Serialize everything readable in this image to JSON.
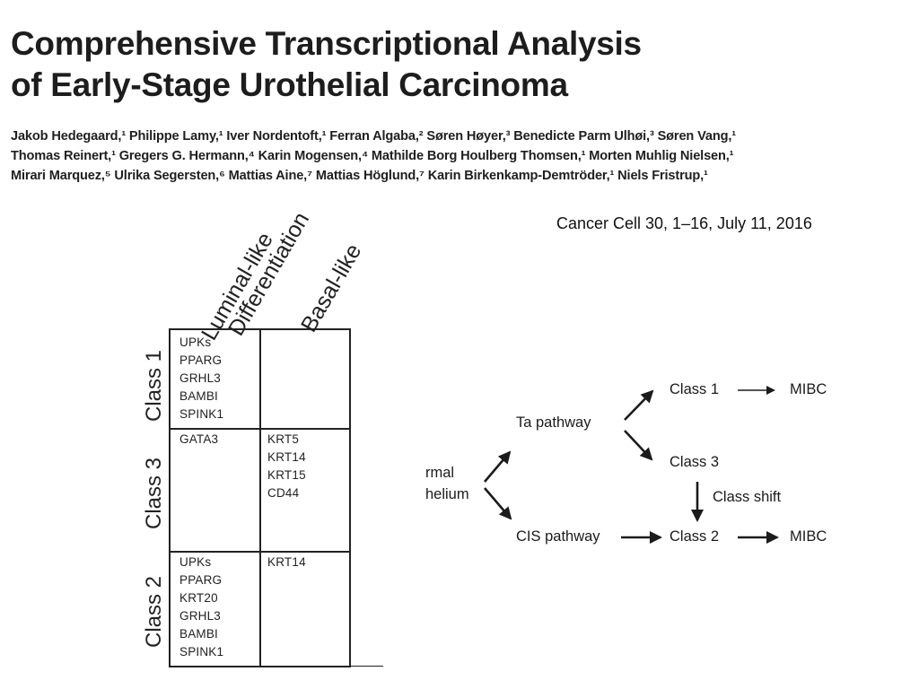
{
  "paper": {
    "title_line1": "Comprehensive Transcriptional Analysis",
    "title_line2": "of Early-Stage Urothelial Carcinoma",
    "authors_line1": "Jakob Hedegaard,¹ Philippe Lamy,¹ Iver Nordentoft,¹ Ferran Algaba,² Søren Høyer,³ Benedicte Parm Ulhøi,³ Søren Vang,¹",
    "authors_line2": "Thomas Reinert,¹ Gregers G. Hermann,⁴ Karin Mogensen,⁴ Mathilde Borg Houlberg Thomsen,¹ Morten Muhlig Nielsen,¹",
    "authors_line3": "Mirari Marquez,⁵ Ulrika Segersten,⁶ Mattias Aine,⁷ Mattias Höglund,⁷ Karin Birkenkamp-Demtröder,¹ Niels Fristrup,¹",
    "citation": "Cancer Cell 30, 1–16, July 11, 2016"
  },
  "table": {
    "col_headers": {
      "luminal": "Luminal-like",
      "differentiation": "Differentiation",
      "basal": "Basal-like"
    },
    "rows": [
      {
        "label": "Class 1",
        "luminal": [
          "UPKs",
          "PPARG",
          "GRHL3",
          "BAMBI",
          "SPINK1"
        ],
        "basal": []
      },
      {
        "label": "Class 3",
        "luminal": [
          "GATA3"
        ],
        "basal": [
          "KRT5",
          "KRT14",
          "KRT15",
          "CD44"
        ]
      },
      {
        "label": "Class 2",
        "luminal": [
          "UPKs",
          "PPARG",
          "KRT20",
          "GRHL3",
          "BAMBI",
          "SPINK1"
        ],
        "basal": [
          "KRT14"
        ]
      }
    ]
  },
  "diagram": {
    "normal_line1": "rmal",
    "normal_line2": "helium",
    "ta_pathway": "Ta pathway",
    "cis_pathway": "CIS pathway",
    "class1": "Class 1",
    "class3": "Class 3",
    "class2": "Class 2",
    "mibc_top": "MIBC",
    "mibc_bottom": "MIBC",
    "class_shift": "Class shift"
  }
}
